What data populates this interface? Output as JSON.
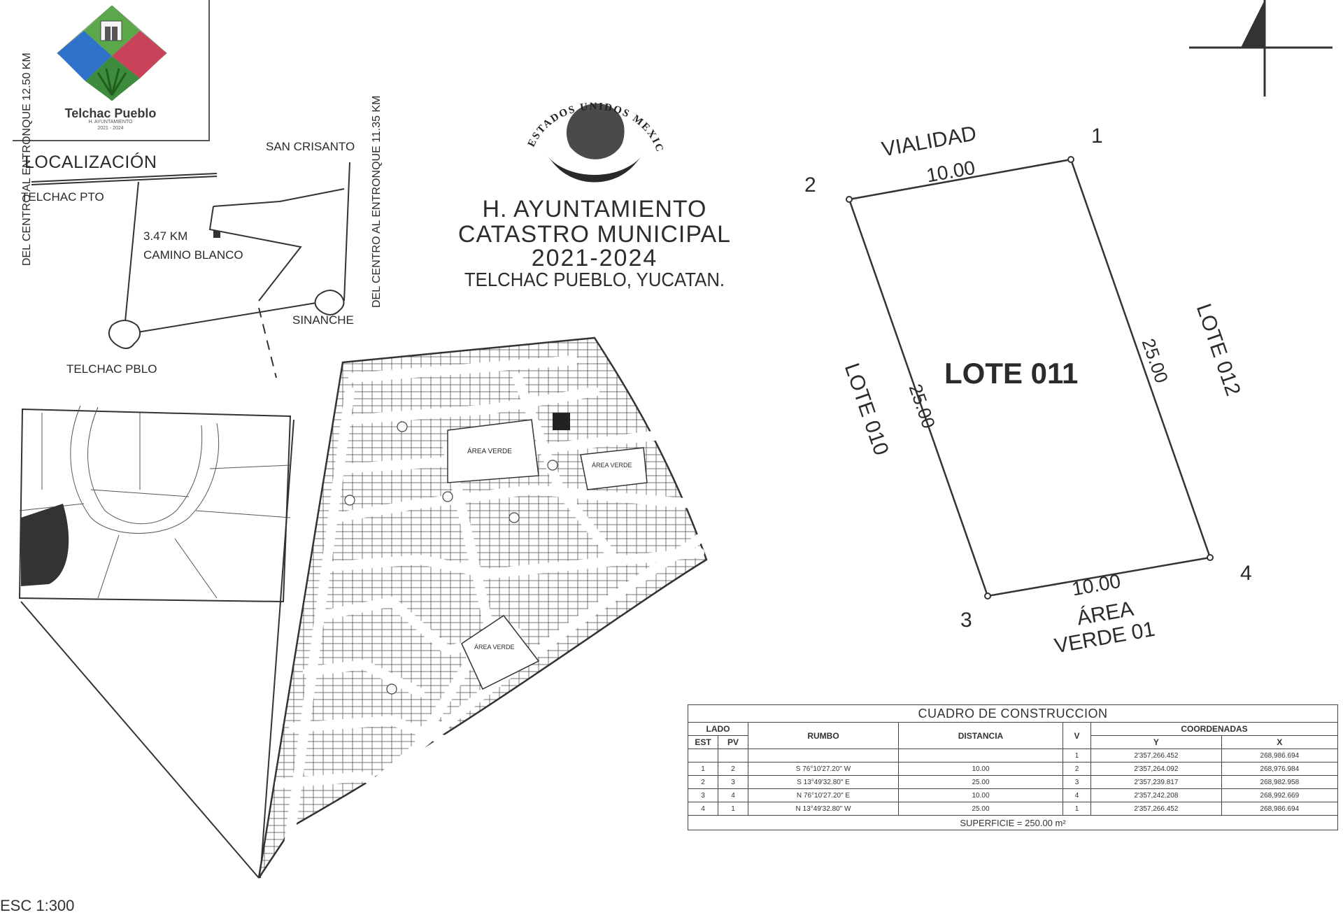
{
  "logo": {
    "name": "Telchac Pueblo",
    "subtitle": "H. AYUNTAMIENTO",
    "period": "2021 - 2024"
  },
  "location_map": {
    "title": "LOCALIZACIÓN",
    "places": [
      "TELCHAC PTO",
      "SAN CRISANTO",
      "CAMINO BLANCO",
      "SINANCHE",
      "TELCHAC PBLO"
    ],
    "distance_marker": "3.47 KM",
    "road_left": "DEL CENTRO AL ENTRONQUE 12.50 KM",
    "road_right": "DEL CENTRO AL ENTRONQUE 11.35 KM"
  },
  "seal": {
    "text": "ESTADOS UNIDOS MEXICANOS"
  },
  "header": {
    "line1": "H. AYUNTAMIENTO",
    "line2": "CATASTRO MUNICIPAL",
    "line3": "2021-2024",
    "line4": "TELCHAC PUEBLO, YUCATAN."
  },
  "subdivision": {
    "area_verde_labels": [
      "ÁREA VERDE",
      "ÁREA VERDE",
      "ÁREA VERDE"
    ]
  },
  "lot": {
    "name": "LOTE 011",
    "north": "VIALIDAD",
    "south_line1": "ÁREA",
    "south_line2": "VERDE 01",
    "west": "LOTE 010",
    "east": "LOTE 012",
    "side_12": "10.00",
    "side_23": "25.00",
    "side_34": "10.00",
    "side_41": "25.00",
    "vertices": [
      "1",
      "2",
      "3",
      "4"
    ]
  },
  "scale": "ESC 1:300",
  "construction_table": {
    "title": "CUADRO DE CONSTRUCCION",
    "headers": {
      "lado": "LADO",
      "est": "EST",
      "pv": "PV",
      "rumbo": "RUMBO",
      "distancia": "DISTANCIA",
      "v": "V",
      "coordenadas": "COORDENADAS",
      "y": "Y",
      "x": "X"
    },
    "first_row": {
      "v": "1",
      "y": "2'357,266.452",
      "x": "268,986.694"
    },
    "rows": [
      {
        "est": "1",
        "pv": "2",
        "rumbo": "S 76°10'27.20\" W",
        "distancia": "10.00",
        "v": "2",
        "y": "2'357,264.092",
        "x": "268,976.984"
      },
      {
        "est": "2",
        "pv": "3",
        "rumbo": "S 13°49'32.80\" E",
        "distancia": "25.00",
        "v": "3",
        "y": "2'357,239.817",
        "x": "268,982.958"
      },
      {
        "est": "3",
        "pv": "4",
        "rumbo": "N 76°10'27.20\" E",
        "distancia": "10.00",
        "v": "4",
        "y": "2'357,242.208",
        "x": "268,992.669"
      },
      {
        "est": "4",
        "pv": "1",
        "rumbo": "N 13°49'32.80\" W",
        "distancia": "25.00",
        "v": "1",
        "y": "2'357,266.452",
        "x": "268,986.694"
      }
    ],
    "superficie": "SUPERFICIE = 250.00 m²"
  }
}
